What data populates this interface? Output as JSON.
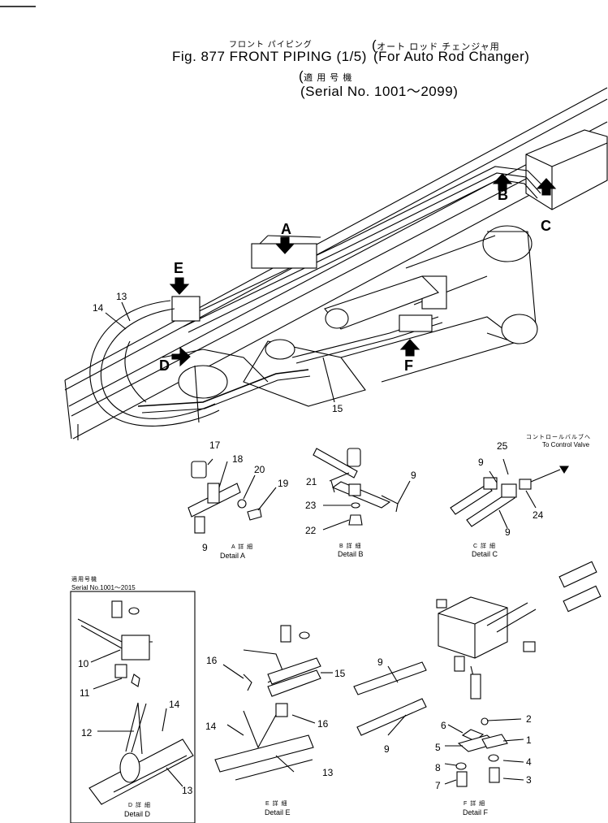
{
  "header": {
    "title_jp": "フロント パイピング",
    "title": "Fig. 877  FRONT PIPING (1/5)",
    "sub_jp": "オート ロッド チェンジャ用",
    "sub": "For Auto Rod Changer",
    "serial_jp": "適 用 号 機",
    "serial": "Serial No. 1001～2099"
  },
  "main_view": {
    "letters": [
      "A",
      "B",
      "C",
      "D",
      "E",
      "F"
    ],
    "parts": [
      "14",
      "13",
      "15"
    ]
  },
  "detail_a": {
    "parts": [
      "17",
      "18",
      "20",
      "19",
      "9"
    ],
    "caption_jp": "A 詳 細",
    "caption": "Detail A"
  },
  "detail_b": {
    "parts": [
      "21",
      "9",
      "23",
      "22"
    ],
    "caption_jp": "B 詳 細",
    "caption": "Detail B"
  },
  "detail_c": {
    "parts": [
      "25",
      "9",
      "24",
      "9"
    ],
    "caption_jp": "C 詳 細",
    "caption": "Detail C",
    "note_jp": "コントロールバルブへ",
    "note": "To Control Valve"
  },
  "detail_d": {
    "serial_jp": "適用号機",
    "serial": "Serial No.1001～2015",
    "parts": [
      "10",
      "11",
      "12",
      "14",
      "13"
    ],
    "caption_jp": "D 詳 細",
    "caption": "Detail D"
  },
  "detail_e": {
    "parts": [
      "16",
      "15",
      "14",
      "16",
      "13"
    ],
    "caption_jp": "E 詳 細",
    "caption": "Detail E"
  },
  "detail_f": {
    "parts": [
      "9",
      "9",
      "6",
      "2",
      "5",
      "1",
      "8",
      "4",
      "7",
      "3"
    ],
    "caption_jp": "F 詳 細",
    "caption": "Detail F"
  }
}
